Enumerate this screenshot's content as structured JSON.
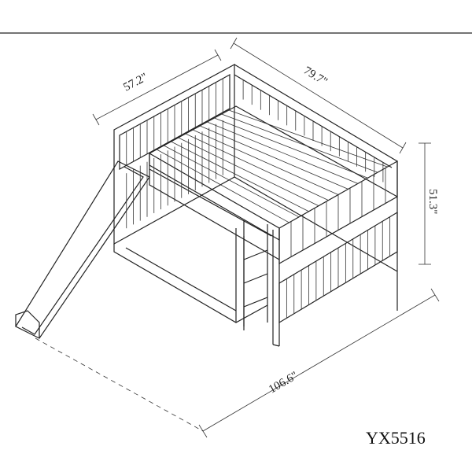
{
  "dimensions": {
    "width": "57.2\"",
    "length": "79.7\"",
    "height": "51.3\"",
    "total_length": "106.6\""
  },
  "model_code": "YX5516",
  "colors": {
    "line": "#222222",
    "background": "#ffffff"
  }
}
